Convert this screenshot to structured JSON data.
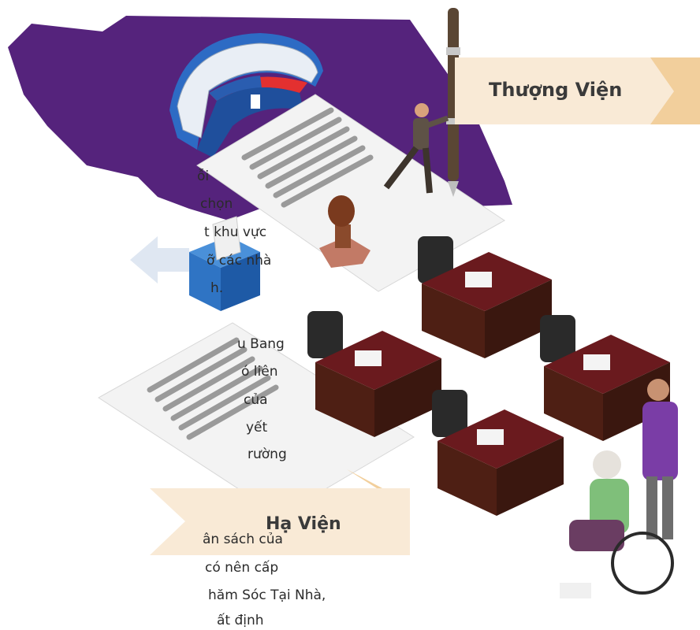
{
  "senate_banner": {
    "label": "Thượng Viện"
  },
  "house_banner": {
    "label": "Hạ Viện"
  },
  "side_text": {
    "p1": [
      "ỗi",
      "chọn",
      "t khu vực",
      "ỡ các nhà",
      "h."
    ],
    "p2": [
      "u Bang",
      "ó liên",
      "của",
      "yết",
      "rường"
    ],
    "p3": [
      "ân sách của",
      "có nên cấp",
      "hăm Sóc Tại Nhà,",
      "ất định"
    ]
  }
}
